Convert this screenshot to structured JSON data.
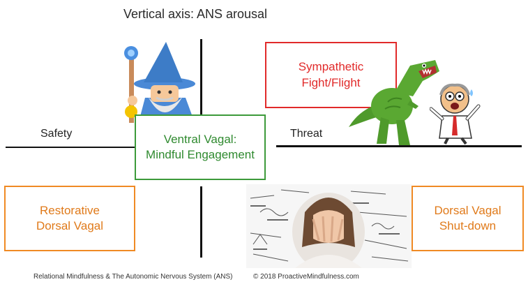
{
  "title": "Vertical axis: ANS arousal",
  "labels": {
    "safety": "Safety",
    "threat": "Threat"
  },
  "quadrants": {
    "sympathetic": {
      "line1": "Sympathetic",
      "line2": "Fight/Flight"
    },
    "ventral": {
      "line1": "Ventral Vagal:",
      "line2": "Mindful Engagement"
    },
    "restorative": {
      "line1": "Restorative",
      "line2": "Dorsal Vagal"
    },
    "dorsal": {
      "line1": "Dorsal Vagal",
      "line2": "Shut-down"
    }
  },
  "footer": {
    "left": "Relational Mindfulness & The Autonomic Nervous System (ANS)",
    "right": "© 2018 ProactiveMindfulness.com"
  },
  "colors": {
    "red": "#e12a2a",
    "green": "#3c9a3a",
    "orange": "#f08a24"
  },
  "icons": [
    "wizard-icon",
    "dinosaur-icon",
    "scared-doctor-icon",
    "stressed-woman-icon",
    "math-equations-background"
  ]
}
